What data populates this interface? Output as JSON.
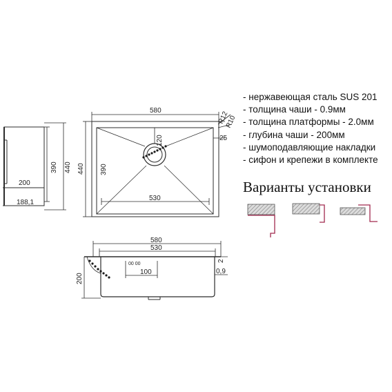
{
  "specs": [
    "- нержавеющая сталь SUS 201",
    "- толщина чаши - 0.9мм",
    "- толщина платформы - 2.0мм",
    "- глубина чаши - 200мм",
    "- шумоподавляющие накладки",
    "- сифон и крепежи в комплекте"
  ],
  "install_title": "Варианты установки",
  "dims": {
    "side_390": "390",
    "side_440": "440",
    "side_200": "200",
    "side_188": "188,1",
    "top_580": "580",
    "top_440": "440",
    "top_390": "390",
    "top_530": "530",
    "top_120": "120",
    "top_25": "25",
    "top_r12": "R12",
    "top_r10": "R10",
    "front_580": "580",
    "front_530": "530",
    "front_200": "200",
    "front_100": "100",
    "front_2": "2",
    "front_09": "0,9",
    "front_drain": "00 00"
  },
  "colors": {
    "line": "#2b2b2b",
    "hatch": "#8a8a8a",
    "mount": "#a0294e"
  }
}
